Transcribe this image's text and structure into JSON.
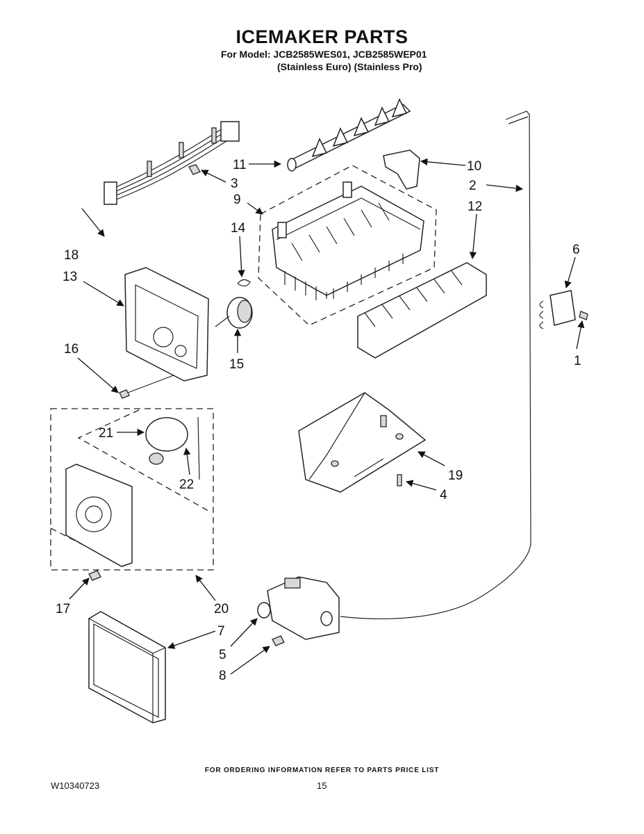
{
  "header": {
    "title": "ICEMAKER PARTS",
    "model_line": "For Model: JCB2585WES01, JCB2585WEP01",
    "variant_line": "(Stainless Euro)   (Stainless Pro)"
  },
  "callouts": [
    "1",
    "2",
    "3",
    "4",
    "5",
    "6",
    "7",
    "8",
    "9",
    "10",
    "11",
    "12",
    "13",
    "14",
    "15",
    "16",
    "17",
    "18",
    "19",
    "20",
    "21",
    "22"
  ],
  "footer": {
    "ordering_note": "FOR ORDERING INFORMATION REFER TO PARTS PRICE LIST",
    "doc_number": "W10340723",
    "page_number": "15"
  }
}
